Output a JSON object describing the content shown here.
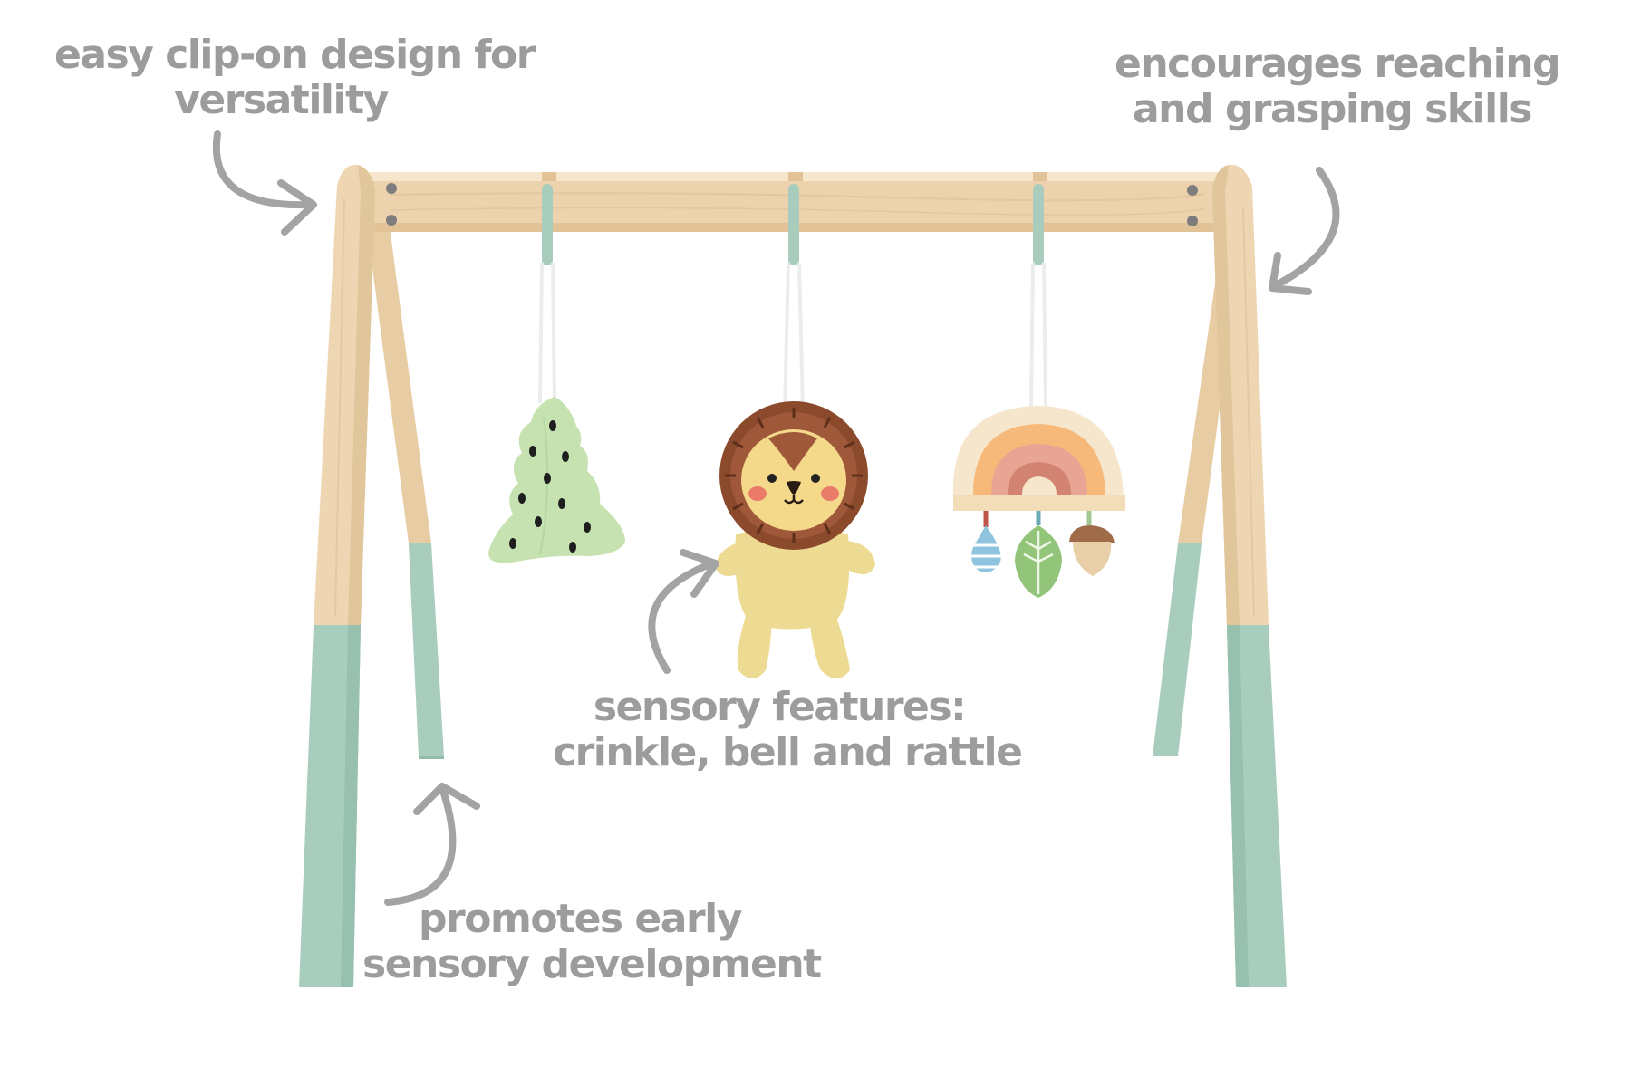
{
  "colors": {
    "annotation_text": "#9c9c9c",
    "arrow": "#a3a3a3",
    "wood": "#ecd2ad",
    "wood_light": "#f4e3c6",
    "sage": "#a8cdbd",
    "lion_face": "#f4d98a",
    "lion_mane": "#8b4a2b",
    "lion_body": "#eedb93",
    "tree": "#c6e2b0",
    "rainbow_outer": "#f6b979",
    "rainbow_middle": "#e9a594",
    "rainbow_inner": "#d28372",
    "leaf": "#92c47a",
    "acorn_cap": "#a06b48"
  },
  "icons": {
    "tree_toy": "pine-tree-icon",
    "lion_toy": "lion-icon",
    "rainbow_toy": "rainbow-icon",
    "arrow": "curved-arrow-icon"
  },
  "callouts": {
    "clip_on": {
      "line1": "easy clip-on design for",
      "line2": "versatility"
    },
    "reaching": {
      "line1": "encourages reaching",
      "line2": "and grasping skills"
    },
    "sensory_features": {
      "line1": "sensory features:",
      "line2": "crinkle, bell and rattle"
    },
    "development": {
      "line1": "promotes early",
      "line2": "sensory development"
    }
  }
}
